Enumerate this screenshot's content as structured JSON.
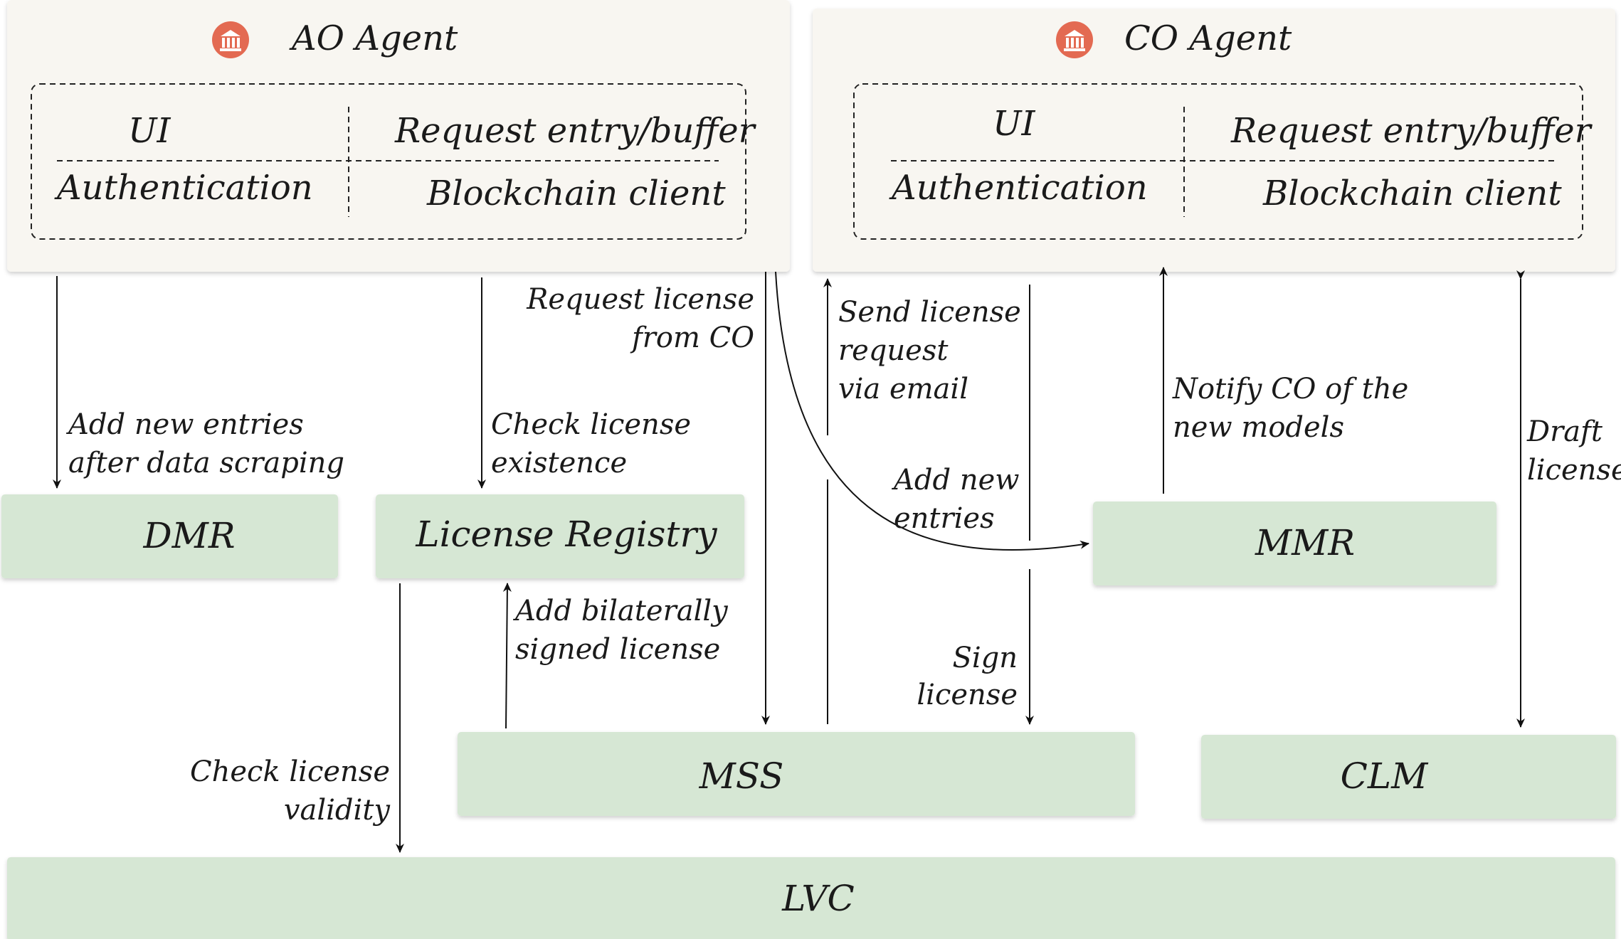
{
  "ao_agent": {
    "title": "AO Agent",
    "ui_label": "UI",
    "request_label": "Request entry/buffer",
    "auth_label": "Authentication",
    "blockchain_label": "Blockchain client"
  },
  "co_agent": {
    "title": "CO Agent",
    "ui_label": "UI",
    "request_label": "Request entry/buffer",
    "auth_label": "Authentication",
    "blockchain_label": "Blockchain client"
  },
  "components": {
    "dmr": "DMR",
    "license_registry": "License Registry",
    "mmr": "MMR",
    "mss": "MSS",
    "clm": "CLM",
    "lvc": "LVC"
  },
  "edges": {
    "add_new_entries_scraping_1": "Add new entries",
    "add_new_entries_scraping_2": "after data scraping",
    "check_license_existence_1": "Check license",
    "check_license_existence_2": "existence",
    "request_license_1": "Request license",
    "request_license_2": "from CO",
    "send_license_request_1": "Send license",
    "send_license_request_2": "request",
    "send_license_request_3": "via email",
    "add_new_entries_1": "Add new",
    "add_new_entries_2": "entries",
    "notify_co_1": "Notify CO of the",
    "notify_co_2": "new models",
    "draft_license_1": "Draft",
    "draft_license_2": "license",
    "add_bilateral_1": "Add bilaterally",
    "add_bilateral_2": "signed license",
    "sign_license_1": "Sign",
    "sign_license_2": "license",
    "check_validity_1": "Check license",
    "check_validity_2": "validity"
  },
  "colors": {
    "agent_fill": "#f8f6f1",
    "component_fill": "#d6e7d4",
    "icon_color": "#e36a52"
  },
  "icons": [
    "bank-icon"
  ]
}
